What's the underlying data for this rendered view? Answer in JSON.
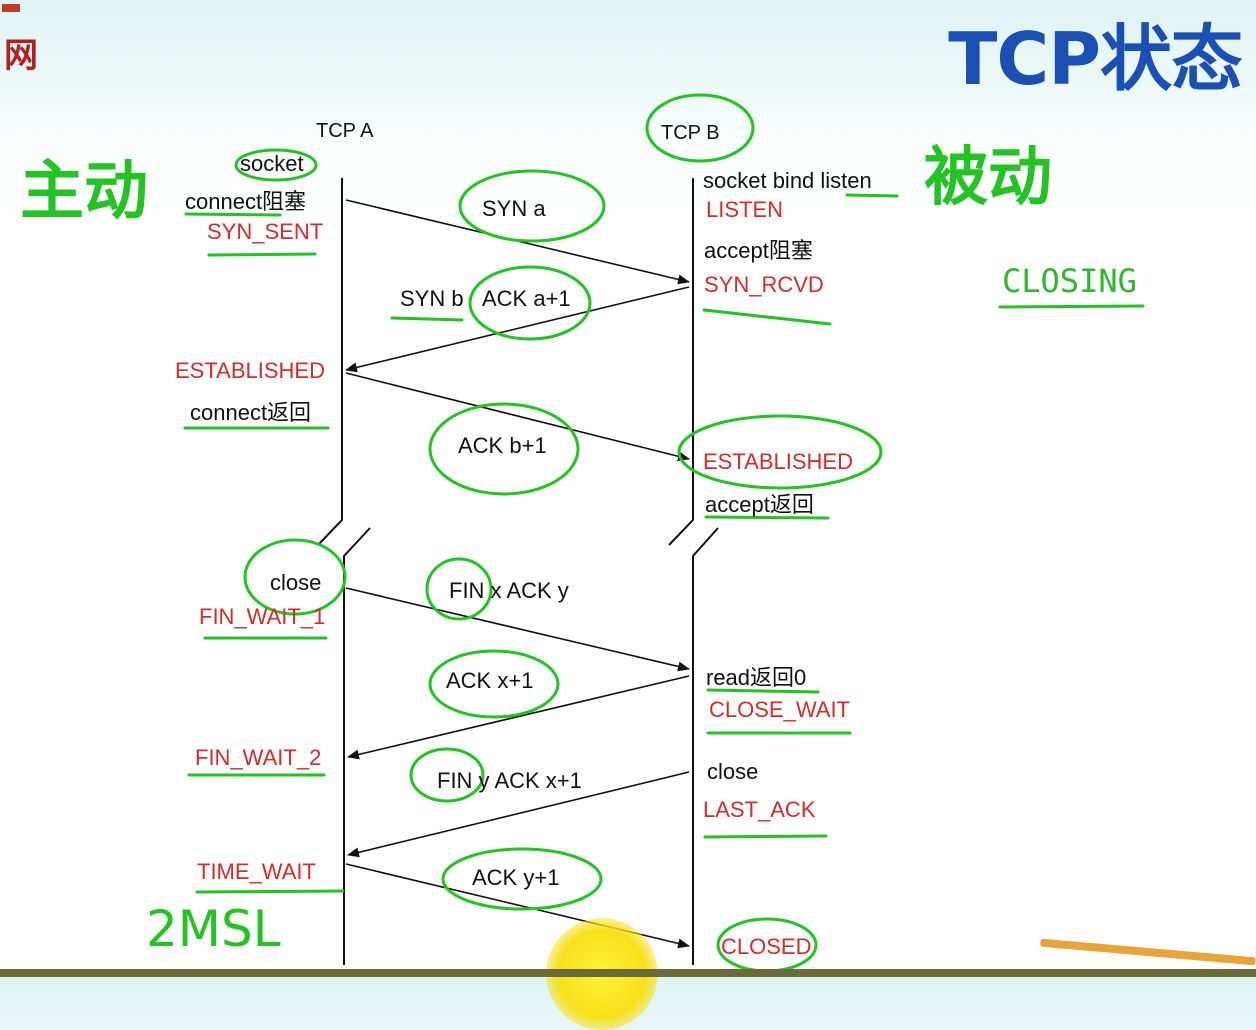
{
  "title": "TCP状态",
  "logo_char": "网",
  "handwriting": {
    "active": "主动",
    "passive": "被动",
    "msl": "2MSL"
  },
  "side_state": "CLOSING",
  "hosts": {
    "a": "TCP A",
    "b": "TCP B"
  },
  "left_labels": {
    "socket": "socket",
    "connect_block": "connect阻塞",
    "syn_sent": "SYN_SENT",
    "established": "ESTABLISHED",
    "connect_return": "connect返回",
    "close": "close",
    "fin_wait_1": "FIN_WAIT_1",
    "fin_wait_2": "FIN_WAIT_2",
    "time_wait": "TIME_WAIT"
  },
  "right_labels": {
    "socket_bind_listen": "socket bind listen",
    "listen": "LISTEN",
    "accept_block": "accept阻塞",
    "syn_rcvd": "SYN_RCVD",
    "established": "ESTABLISHED",
    "accept_return": "accept返回",
    "read_return": "read返回0",
    "close_wait": "CLOSE_WAIT",
    "close": "close",
    "last_ack": "LAST_ACK",
    "closed": "CLOSED"
  },
  "messages": {
    "syn_a": "SYN a",
    "syn_b": "SYN b",
    "ack_a1": "ACK a+1",
    "ack_b1": "ACK b+1",
    "fin_x_ack_y": "FIN x ACK y",
    "ack_x1": "ACK x+1",
    "fin_y_ack_x1": "FIN y ACK x+1",
    "ack_y1": "ACK y+1"
  }
}
